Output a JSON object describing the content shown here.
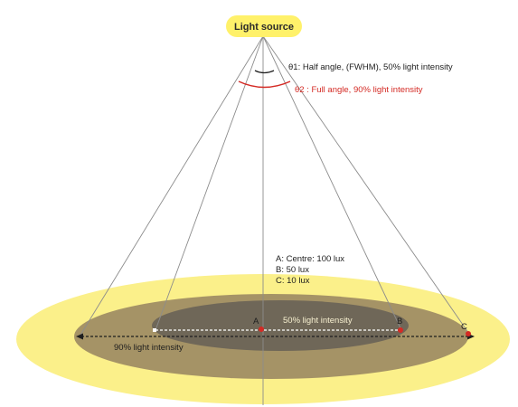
{
  "light_source": {
    "label": "Light source",
    "fill_color": "#fff16a"
  },
  "angles": {
    "theta1_label": "θ1: Half angle, (FWHM), 50% light intensity",
    "theta1_color": "#1e1e1e",
    "theta2_label": "θ2  : Full angle, 90% light intensity",
    "theta2_color": "#d42a24"
  },
  "illuminance_legend": [
    "A: Centre: 100 lux",
    "B: 50 lux",
    "C: 10 lux"
  ],
  "points": [
    {
      "id": "A",
      "label": "A",
      "color": "#d42a24"
    },
    {
      "id": "B",
      "label": "B",
      "color": "#d42a24"
    },
    {
      "id": "C",
      "label": "C",
      "color": "#d42a24"
    }
  ],
  "zones": {
    "inner_label": "50% light intensity",
    "outer_label": "90% light intensity",
    "outer_glow_color": "#fbf08a",
    "mid_zone_color": "#a59366",
    "inner_zone_color": "#6f6758",
    "cone_line_color": "#8c8c8c"
  }
}
